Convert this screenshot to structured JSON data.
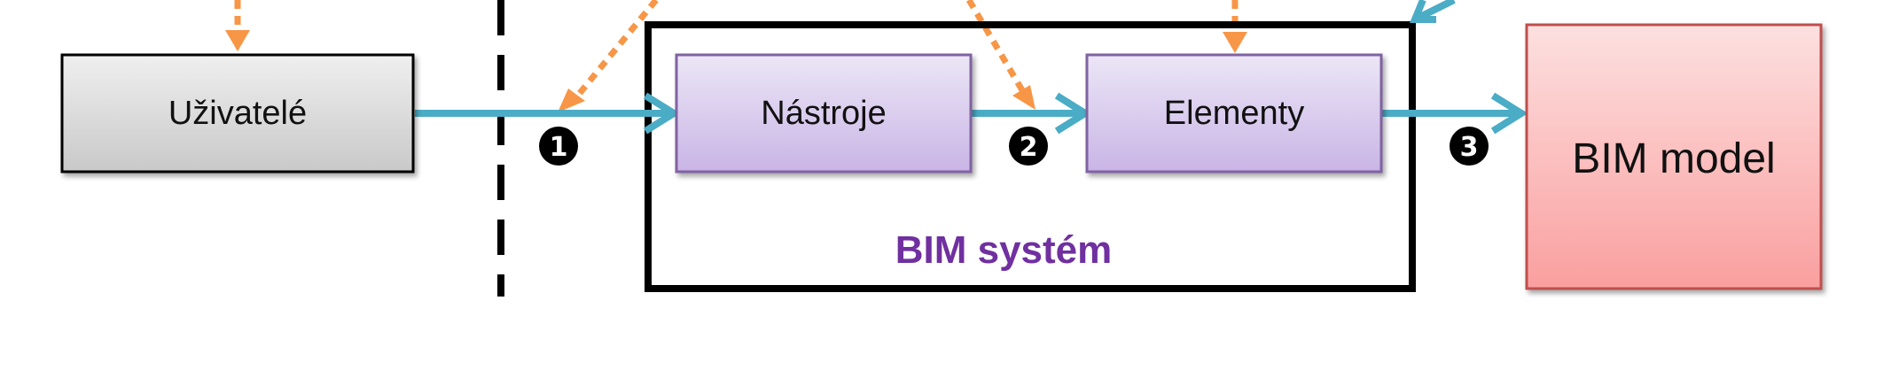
{
  "nodes": {
    "users": {
      "label": "Uživatelé"
    },
    "tools": {
      "label": "Nástroje"
    },
    "elements": {
      "label": "Elementy"
    },
    "model": {
      "label": "BIM model"
    }
  },
  "system": {
    "label": "BIM systém"
  },
  "steps": [
    "1",
    "2",
    "3"
  ],
  "colors": {
    "flow_arrow": "#4bacc6",
    "orange_dashed": "#f79646",
    "system_label": "#7030a0",
    "purple_box_border": "#8064a2",
    "red_box_border": "#c0504d",
    "gray_box_border": "#000000"
  }
}
